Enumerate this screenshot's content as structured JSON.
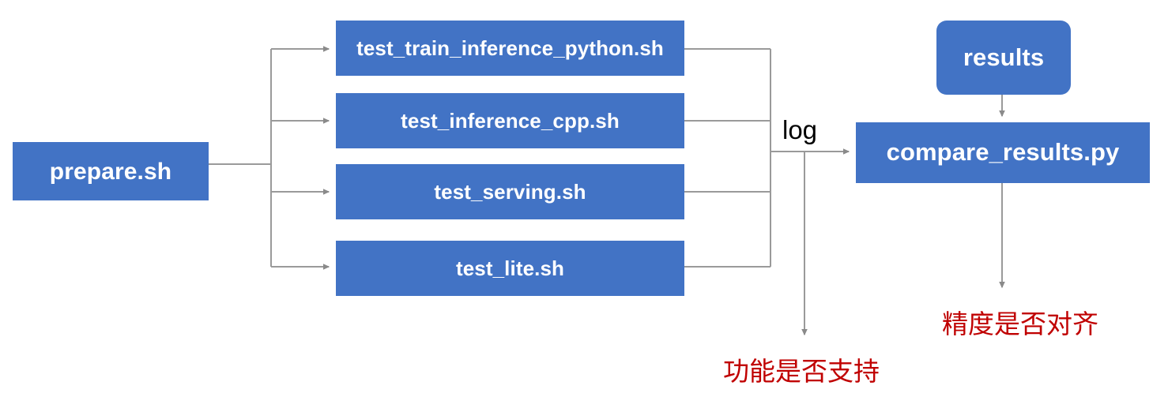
{
  "diagram": {
    "title": "test pipeline flow",
    "colors": {
      "node_fill": "#4273c5",
      "node_text": "#ffffff",
      "edge": "#9a9a9a",
      "annotation_text": "#c00000",
      "label_text": "#000000",
      "background": "#ffffff"
    },
    "nodes": [
      {
        "id": "prepare",
        "label": "prepare.sh",
        "shape": "rect"
      },
      {
        "id": "train_python",
        "label": "test_train_inference_python.sh",
        "shape": "rect"
      },
      {
        "id": "inference_cpp",
        "label": "test_inference_cpp.sh",
        "shape": "rect"
      },
      {
        "id": "serving",
        "label": "test_serving.sh",
        "shape": "rect"
      },
      {
        "id": "lite",
        "label": "test_lite.sh",
        "shape": "rect"
      },
      {
        "id": "results",
        "label": "results",
        "shape": "rounded-rect"
      },
      {
        "id": "compare",
        "label": "compare_results.py",
        "shape": "rect"
      }
    ],
    "edge_labels": [
      {
        "id": "log",
        "text": "log"
      }
    ],
    "annotations": [
      {
        "id": "function_support",
        "text": "功能是否支持"
      },
      {
        "id": "precision_aligned",
        "text": "精度是否对齐"
      }
    ],
    "edges": [
      {
        "from": "prepare",
        "to": "train_python",
        "arrow": true
      },
      {
        "from": "prepare",
        "to": "inference_cpp",
        "arrow": true
      },
      {
        "from": "prepare",
        "to": "serving",
        "arrow": true
      },
      {
        "from": "prepare",
        "to": "lite",
        "arrow": true
      },
      {
        "from": "train_python",
        "to": "compare",
        "arrow": true,
        "label": "log"
      },
      {
        "from": "inference_cpp",
        "to": "compare",
        "arrow": true,
        "label": "log"
      },
      {
        "from": "serving",
        "to": "compare",
        "arrow": true,
        "label": "log"
      },
      {
        "from": "lite",
        "to": "compare",
        "arrow": true,
        "label": "log"
      },
      {
        "from": "log_junction",
        "to": "function_support",
        "arrow": true
      },
      {
        "from": "results",
        "to": "compare",
        "arrow": true
      },
      {
        "from": "compare",
        "to": "precision_aligned",
        "arrow": true
      }
    ]
  }
}
